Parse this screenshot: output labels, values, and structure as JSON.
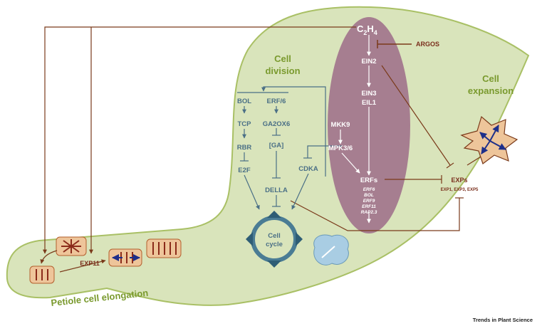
{
  "titles": {
    "cell_division_line1": "Cell",
    "cell_division_line2": "division",
    "cell_expansion_line1": "Cell",
    "cell_expansion_line2": "expansion",
    "petiole": "Petiole cell elongation"
  },
  "ethylene": {
    "c2h4": "C",
    "c2h4_sub1": "2",
    "c2h4_h": "H",
    "c2h4_sub2": "4",
    "argos": "ARGOS",
    "ein2": "EIN2",
    "ein3": "EIN3",
    "eil1": "EIL1",
    "mkk9": "MKK9",
    "mpk36": "MPK3/6",
    "erfs": "ERFs",
    "erf_list": [
      "ERF6",
      "BOL",
      "ERF9",
      "ERF11",
      "RAP2.3"
    ]
  },
  "division": {
    "bol": "BOL",
    "erf6": "ERF/6",
    "tcp": "TCP",
    "ga2ox6": "GA2OX6",
    "rbr": "RBR",
    "ga": "[GA]",
    "e2f": "E2F",
    "cdka": "CDKA",
    "della": "DELLA",
    "cell_cycle_line1": "Cell",
    "cell_cycle_line2": "cycle"
  },
  "expansion": {
    "exps": "EXPs",
    "exp_list": "EXP1, EXP3, EXP5"
  },
  "petiole": {
    "exp11": "EXP11"
  },
  "footer": "Trends in Plant Science",
  "colors": {
    "leaf_fill": "#d9e4bb",
    "leaf_stroke": "#a9c065",
    "oval": "#a67e90",
    "brown": "#7a3a1a",
    "blue": "#4a6f86",
    "cell": "#eec59a"
  }
}
